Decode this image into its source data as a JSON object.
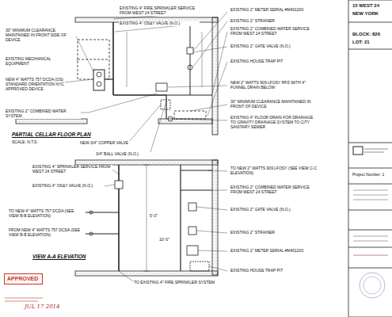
{
  "diagram": {
    "nodes": [
      {
        "text": [
          "APPROVED"
        ]
      }
    ],
    "labels": [
      "EXISTING 4\" FIRE SPRINKLER SERVICE FROM WEST 24 STREET",
      "EXISTING 4\" OS&Y VALVE (N.O.)",
      "30\" MINIMUM CLEARANCE MAINTAINED IN FRONT SIDE OF DEVICE",
      "EXISTING MECHANICAL EQUIPMENT",
      "NEW 4\" WATTS 757 DCDA (OS) STANDARD ORIENTATION NYC APPROVED DEVICE",
      "EXISTING 2\" COMBINED WATER SYSTEM",
      "PARTIAL CELLAR FLOOR PLAN",
      "SCALE: N.T.S.",
      "NEW 3/4\" COPPER VALVE",
      "3/4\" BALL VALVE (N.O.)",
      "EXISTING 2\" METER SERIAL #M401200",
      "EXISTING 2\" STRAINER",
      "EXISTING 2\" COMBINED WATER SERVICE FROM WEST 24 STREET",
      "EXISTING 2\" GATE VALVE (N.O.)",
      "EXISTING HOUSE TRAP PIT",
      "NEW 2\" WATTS 909 LFOSY RPZ WITH 4\" FUNNEL DRAIN BELOW",
      "30\" MINIMUM CLEARANCE MAINTAINED IN FRONT OF DEVICE",
      "EXISTING 4\" FLOOR DRAIN FOR DRAINAGE TO GRAVITY DRAINAGE SYSTEM TO CITY SANITARY SEWER",
      "EXISTING 4\" SPRINKLER SERVICE FROM WEST 24 STREET",
      "EXISTING 4\" OS&Y VALVE (N.O.)",
      "TO NEW 4\" WATTS 757 DCDA (SEE VIEW B-B ELEVATION)",
      "FROM NEW 4\" WATTS 757 DCDA (SEE VIEW B-B ELEVATION)",
      "VIEW A-A ELEVATION",
      "TO EXISTING 4\" FIRE SPRINKLER SYSTEM",
      "5'-0\"",
      "10'-0\"",
      "TO NEW 2\" WATTS 909 LFOSY (SEE VIEW C-C ELEVATION)",
      "EXISTING 2\" COMBINED WATER SERVICE FROM WEST 24 STREET",
      "EXISTING 2\" GATE VALVE (N.O.)",
      "EXISTING 2\" STRAINER",
      "EXISTING 2\" METER SERIAL #M401200",
      "EXISTING HOUSE TRAP PIT",
      "JUL 17 2014",
      "15 WEST 24",
      "NEW YORK",
      "BLOCK: 826",
      "LOT: 21",
      "Project Number: 1"
    ]
  }
}
